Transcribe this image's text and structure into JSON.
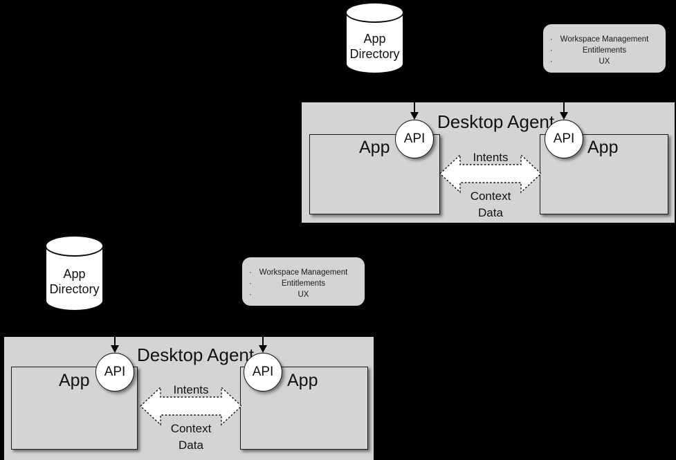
{
  "diagram": {
    "title": "FDC3 Desktop Agent Interop Diagram",
    "colors": {
      "background": "#000000",
      "panel_gray": "#d4d4d4",
      "outline_black": "#111111",
      "white": "#ffffff"
    },
    "instances": [
      {
        "id": "upper",
        "app_directory": {
          "label_line1": "App",
          "label_line2": "Directory"
        },
        "note": {
          "bullet_glyph": "·",
          "items": [
            "Workspace Management",
            "Entitlements",
            "UX"
          ]
        },
        "agent": {
          "title": "Desktop Agent",
          "api_left_label": "API",
          "api_right_label": "API",
          "app_left_label": "App",
          "app_right_label": "App",
          "intents_label": "Intents",
          "context_label_line1": "Context",
          "context_label_line2": "Data"
        }
      },
      {
        "id": "lower",
        "app_directory": {
          "label_line1": "App",
          "label_line2": "Directory"
        },
        "note": {
          "bullet_glyph": "·",
          "items": [
            "Workspace Management",
            "Entitlements",
            "UX"
          ]
        },
        "agent": {
          "title": "Desktop Agent",
          "api_left_label": "API",
          "api_right_label": "API",
          "app_left_label": "App",
          "app_right_label": "App",
          "intents_label": "Intents",
          "context_label_line1": "Context",
          "context_label_line2": "Data"
        }
      }
    ]
  }
}
